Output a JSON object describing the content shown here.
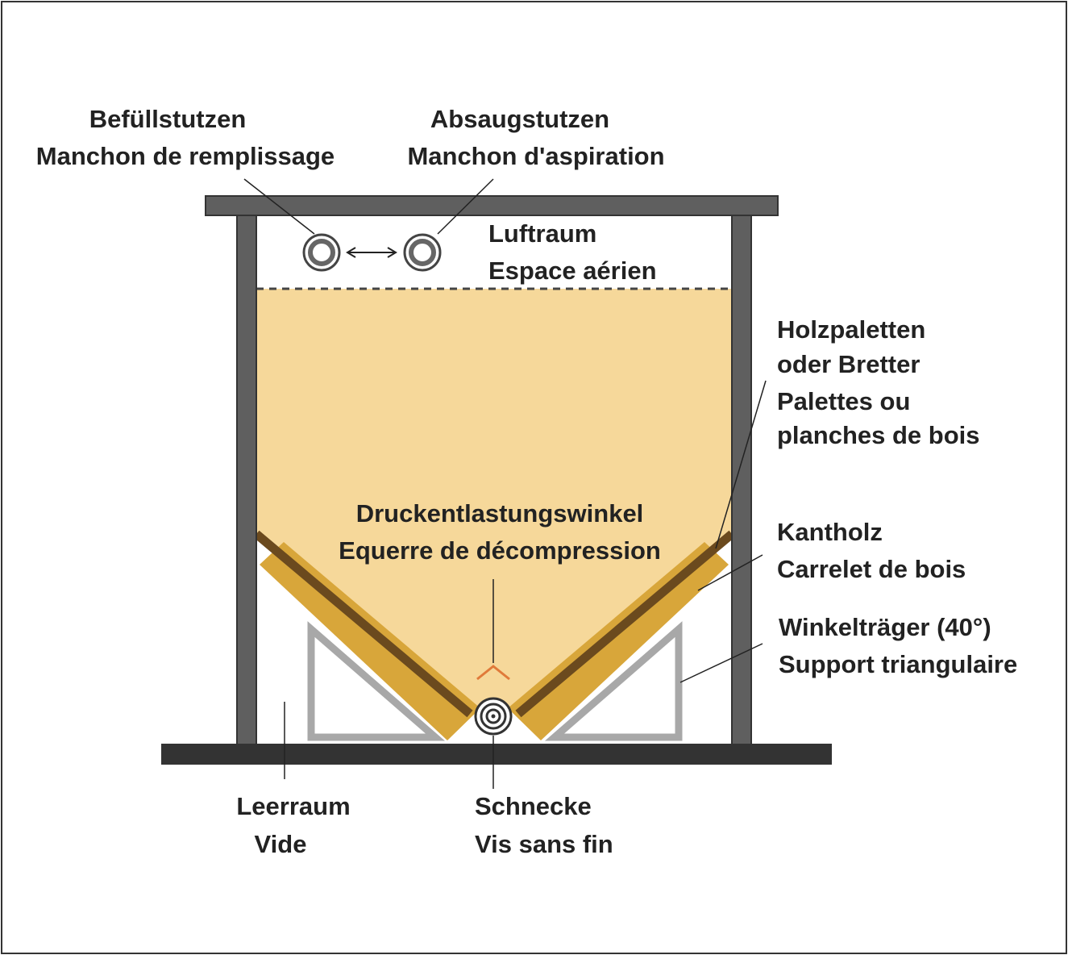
{
  "labels": {
    "fill_nozzle_de": "Befüllstutzen",
    "fill_nozzle_fr": "Manchon de remplissage",
    "suction_nozzle_de": "Absaugstutzen",
    "suction_nozzle_fr": "Manchon d'aspiration",
    "air_space_de": "Luftraum",
    "air_space_fr": "Espace aérien",
    "pallets_de_1": "Holzpaletten",
    "pallets_de_2": "oder Bretter",
    "pallets_fr_1": "Palettes ou",
    "pallets_fr_2": "planches de bois",
    "relief_angle_de": "Druckentlastungswinkel",
    "relief_angle_fr": "Equerre de décompression",
    "beam_de": "Kantholz",
    "beam_fr": "Carrelet de bois",
    "bracket_de": "Winkelträger (40°)",
    "bracket_fr": "Support triangulaire",
    "void_de": "Leerraum",
    "void_fr": "Vide",
    "auger_de": "Schnecke",
    "auger_fr": "Vis sans fin"
  },
  "colors": {
    "pellets": "#f6d89a",
    "wood_beam": "#d8a63a",
    "board": "#6b4a1e",
    "frame": "#5f5f5f",
    "bracket": "#a8a8a8",
    "relief_mark": "#e07a3a",
    "text": "#222222"
  }
}
